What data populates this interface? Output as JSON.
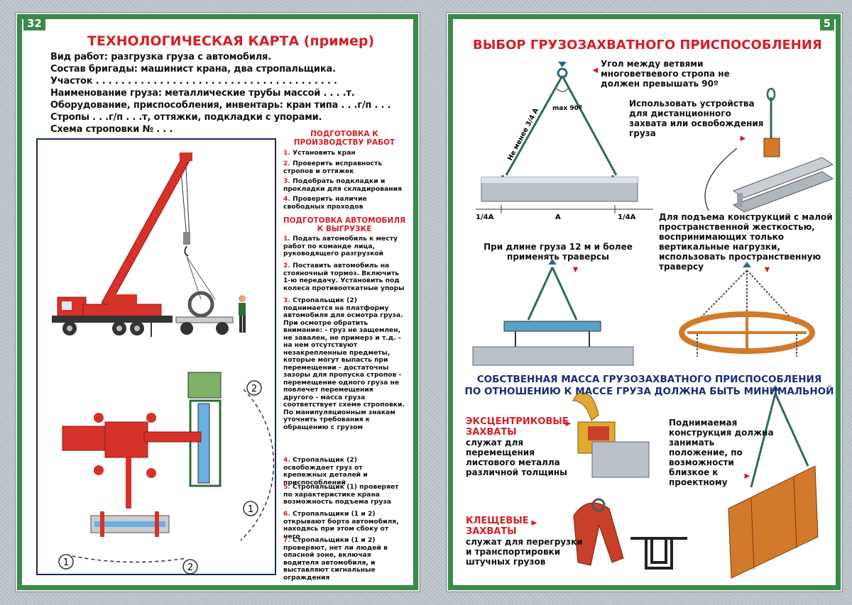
{
  "left": {
    "page_number": "32",
    "title": "ТЕХНОЛОГИЧЕСКАЯ КАРТА (пример)",
    "info_lines": [
      "Вид работ: разгрузка груза с автомобиля.",
      "Состав бригады: машинист крана, два стропальщика.",
      "Участок . . . . . . . . . . . . . . . . . . . . . . . . . . . . . . . . . . . . . .",
      "Наименование груза: металлические трубы массой . . . .т.",
      "Оборудование, приспособления, инвентарь: кран типа . . .г/п . . .",
      "Стропы . . .г/п . . .т, оттяжки, подкладки с упорами.",
      "Схема строповки № . . ."
    ],
    "section1_title": "ПОДГОТОВКА К ПРОИЗВОДСТВУ РАБОТ",
    "section1_steps": [
      {
        "num": "1.",
        "text": "Установить кран"
      },
      {
        "num": "2.",
        "text": "Проверить исправность стропов и оттяжек"
      },
      {
        "num": "3.",
        "text": "Подобрать подкладки и прокладки для складирования"
      },
      {
        "num": "4.",
        "text": "Проверить наличие свободных проходов"
      }
    ],
    "section2_title": "ПОДГОТОВКА АВТОМОБИЛЯ К ВЫГРУЗКЕ",
    "section2_steps": [
      {
        "num": "1.",
        "text": "Подать автомобиль к месту работ по команде лица, руководящего разгрузкой"
      },
      {
        "num": "2.",
        "text": "Поставить автомобиль на стояночный тормоз. Включить 1-ю передачу. Установить под колеса противооткатные упоры"
      },
      {
        "num": "3.",
        "text": "Стропальщик (2) поднимается на платформу автомобиля для осмотра груза. При осмотре обратить внимание: - груз не защемлен, не завален, не примерз и т.д. - на нем отсутствуют незакрепленные предметы, которые могут выпасть при перемещении - достаточны зазоры для пропуска стропов - перемещение одного груза не повлечет перемещения другого - масса груза соответствует схеме строповки. По манипуляционным знакам уточнить требования к обращению с грузом"
      },
      {
        "num": "4.",
        "text": "Стропальщик (2) освобождает груз от крепежных деталей и приспособлений"
      },
      {
        "num": "5.",
        "text": "Стропальщик (1) проверяет по характеристике крана возможность подъема груза"
      },
      {
        "num": "6.",
        "text": "Стропальщики (1 и 2) открывают борта автомобиля, находясь при этом сбоку от него"
      },
      {
        "num": "7.",
        "text": "Стропальщики (1 и 2) проверяют, нет ли людей в опасной зоне, включая водителя автомобиля, и выставляют сигнальные ограждения"
      }
    ],
    "worker_labels": [
      "2",
      "1",
      "1",
      "2"
    ]
  },
  "right": {
    "page_number": "5",
    "title": "ВЫБОР ГРУЗОЗАХВАТНОГО ПРИСПОСОБЛЕНИЯ",
    "angle_note": "Угол между ветвями многоветвевого стропа не должен превышать 90º",
    "remote_note": "Использовать устройства для дистанционного захвата или освобождения груза",
    "spatial_note": "Для подъема конструкций с малой пространственной жесткостью, воспринимающих только вертикальные нагрузки, использовать пространственную траверсу",
    "traverse_note": "При длине груза 12 м и более применять траверсы",
    "sling_labels": {
      "side": "Не менее 3/4 А",
      "angle": "max 90º",
      "quarter_left": "1/4А",
      "span": "А",
      "quarter_right": "1/4А"
    },
    "mass_caption_1": "СОБСТВЕННАЯ МАССА ГРУЗОЗАХВАТНОГО ПРИСПОСОБЛЕНИЯ",
    "mass_caption_2": "ПО ОТНОШЕНИЮ К МАССЕ ГРУЗА ДОЛЖНА БЫТЬ МИНИМАЛЬНОЙ",
    "eccentric_head": "ЭКСЦЕНТРИКОВЫЕ ЗАХВАТЫ",
    "eccentric_text": "служат для перемещения листового металла различной толщины",
    "position_note": "Поднимаемая конструкция должна занимать положение, по возможности близкое к проектному",
    "pincer_head": "КЛЕЩЕВЫЕ ЗАХВАТЫ",
    "pincer_text": "служат для перегрузки и транспортировки штучных грузов"
  },
  "colors": {
    "frame_green": "#3a8a4a",
    "title_red": "#d32027",
    "crane_red": "#d6322a",
    "navy": "#1b2a7a"
  }
}
